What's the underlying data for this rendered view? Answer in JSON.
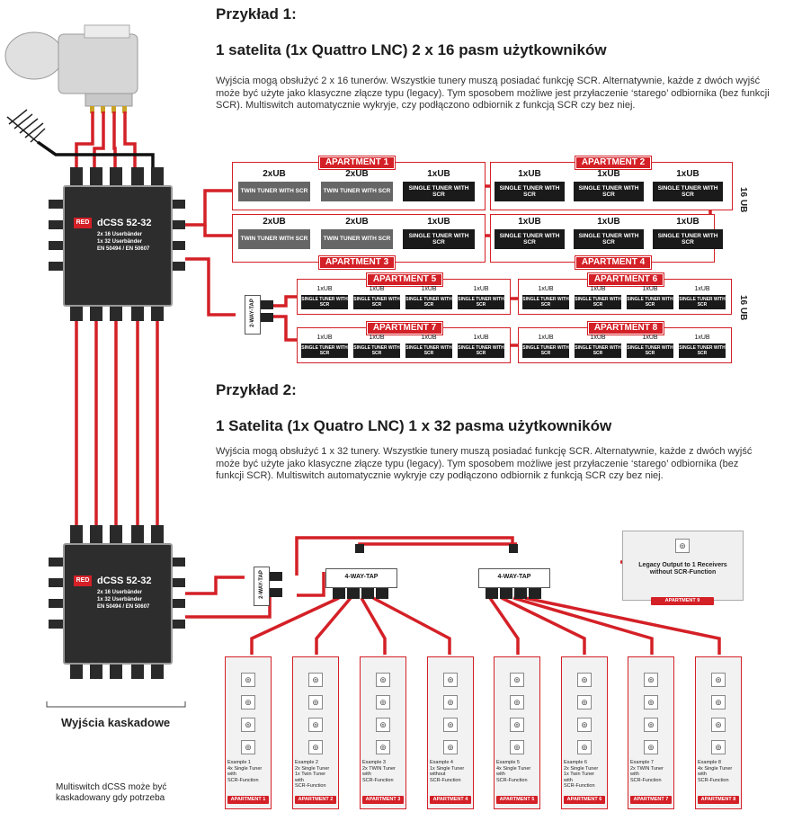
{
  "example1": {
    "heading": "Przykład 1:",
    "title": "1 satelita (1x Quattro LNC) 2 x 16 pasm użytkowników",
    "text": "Wyjścia mogą obsłużyć 2 x 16 tunerów. Wszystkie tunery muszą posiadać funkcję SCR. Alternatywnie, każde z dwóch wyjść może być użyte jako klasyczne złącze  typu (legacy). Tym sposobem możliwe jest przyłaczenie ‘starego’ odbiornika (bez funkcji SCR). Multiswitch automatycznie wykryje, czy podłączono odbiornik z funkcją SCR czy bez niej.",
    "side_label": "16 UB",
    "side_label_2": "16 UB",
    "tap_label": "2-WAY-TAP",
    "apartments": [
      {
        "label": "APARTMENT 1",
        "units": [
          {
            "ub": "2xUB",
            "tuner": "TWIN TUNER WITH SCR"
          },
          {
            "ub": "2xUB",
            "tuner": "TWIN TUNER WITH SCR"
          },
          {
            "ub": "1xUB",
            "tuner": "SINGLE TUNER WITH SCR"
          }
        ]
      },
      {
        "label": "APARTMENT 2",
        "units": [
          {
            "ub": "1xUB",
            "tuner": "SINGLE TUNER WITH SCR"
          },
          {
            "ub": "1xUB",
            "tuner": "SINGLE TUNER WITH SCR"
          },
          {
            "ub": "1xUB",
            "tuner": "SINGLE TUNER WITH SCR"
          }
        ]
      },
      {
        "label": "APARTMENT 3",
        "units": [
          {
            "ub": "2xUB",
            "tuner": "TWIN TUNER WITH SCR"
          },
          {
            "ub": "2xUB",
            "tuner": "TWIN TUNER WITH SCR"
          },
          {
            "ub": "1xUB",
            "tuner": "SINGLE TUNER WITH SCR"
          }
        ]
      },
      {
        "label": "APARTMENT 4",
        "units": [
          {
            "ub": "1xUB",
            "tuner": "SINGLE TUNER WITH SCR"
          },
          {
            "ub": "1xUB",
            "tuner": "SINGLE TUNER WITH SCR"
          },
          {
            "ub": "1xUB",
            "tuner": "SINGLE TUNER WITH  SCR"
          }
        ]
      },
      {
        "label": "APARTMENT 5",
        "ub": "1xUB",
        "tuner": "SINGLE TUNER WITH SCR"
      },
      {
        "label": "APARTMENT 6",
        "ub": "1xUB",
        "tuner": "SINGLE TUNER WITH SCR"
      },
      {
        "label": "APARTMENT 7",
        "ub": "1xUB",
        "tuner": "SINGLE TUNER WITH SCR"
      },
      {
        "label": "APARTMENT 8",
        "ub": "1xUB",
        "tuner": "SINGLE TUNER WITH SCR"
      }
    ]
  },
  "example2": {
    "heading": "Przykład 2:",
    "title": "1 Satelita (1x Quatro LNC) 1 x 32 pasma użytkowników",
    "text": "Wyjścia mogą obsłużyć 1 x 32 tunery. Wszystkie tunery muszą posiadać funkcję SCR. Alternatywnie, każde z dwóch wyjść może być użyte jako klasyczne złącze  typu (legacy). Tym sposobem możliwe jest przyłaczenie ‘starego’ odbiornika (bez funkcji SCR). Multiswitch automatycznie wykryje czy podłączono odbiornik z funkcją SCR czy bez niej.",
    "tap2_label": "2-WAY-TAP",
    "tap4_label": "4-WAY-TAP",
    "legacy_text": "Legacy Output to 1 Receivers without SCR-Function",
    "legacy_apartment": "APARTMENT 9",
    "walls": [
      {
        "text": "Example 1\n4x Single Tuner\nwith\nSCR-Function",
        "apt": "APARTMENT 1"
      },
      {
        "text": "Example 2\n2x Single Tuner\n1x Twin Tuner\nwith\nSCR-Function",
        "apt": "APARTMENT 2"
      },
      {
        "text": "Example 3\n2x TWIN Tuner\nwith\nSCR-Function",
        "apt": "APARTMENT 3"
      },
      {
        "text": "Example 4\n1x Single Tuner\nwithout\nSCR-Function",
        "apt": "APARTMENT 4"
      },
      {
        "text": "Example 5\n4x Single Tuner\nwith\nSCR-Function",
        "apt": "APARTMENT 5"
      },
      {
        "text": "Example 6\n2x Single Tuner\n1x Twin Tuner\nwith\nSCR-Function",
        "apt": "APARTMENT 6"
      },
      {
        "text": "Example 7\n2x TWIN Tuner\nwith\nSCR-Function",
        "apt": "APARTMENT 7"
      },
      {
        "text": "Example 8\n4x Single Tuner\nwith\nSCR-Function",
        "apt": "APARTMENT 8"
      }
    ]
  },
  "device": {
    "brand": "RED",
    "model": "dCSS 52-32",
    "line1": "2x 16 Userbänder",
    "line2": "1x 32 Userbänder",
    "line3": "EN 50494 / EN 50607"
  },
  "left_captions": {
    "cascade": "Wyjścia kaskadowe",
    "note": "Multiswitch dCSS może być kaskadowany gdy potrzeba"
  },
  "colors": {
    "accent": "#d42027",
    "dark": "#1a1a1a",
    "twin": "#666666"
  }
}
